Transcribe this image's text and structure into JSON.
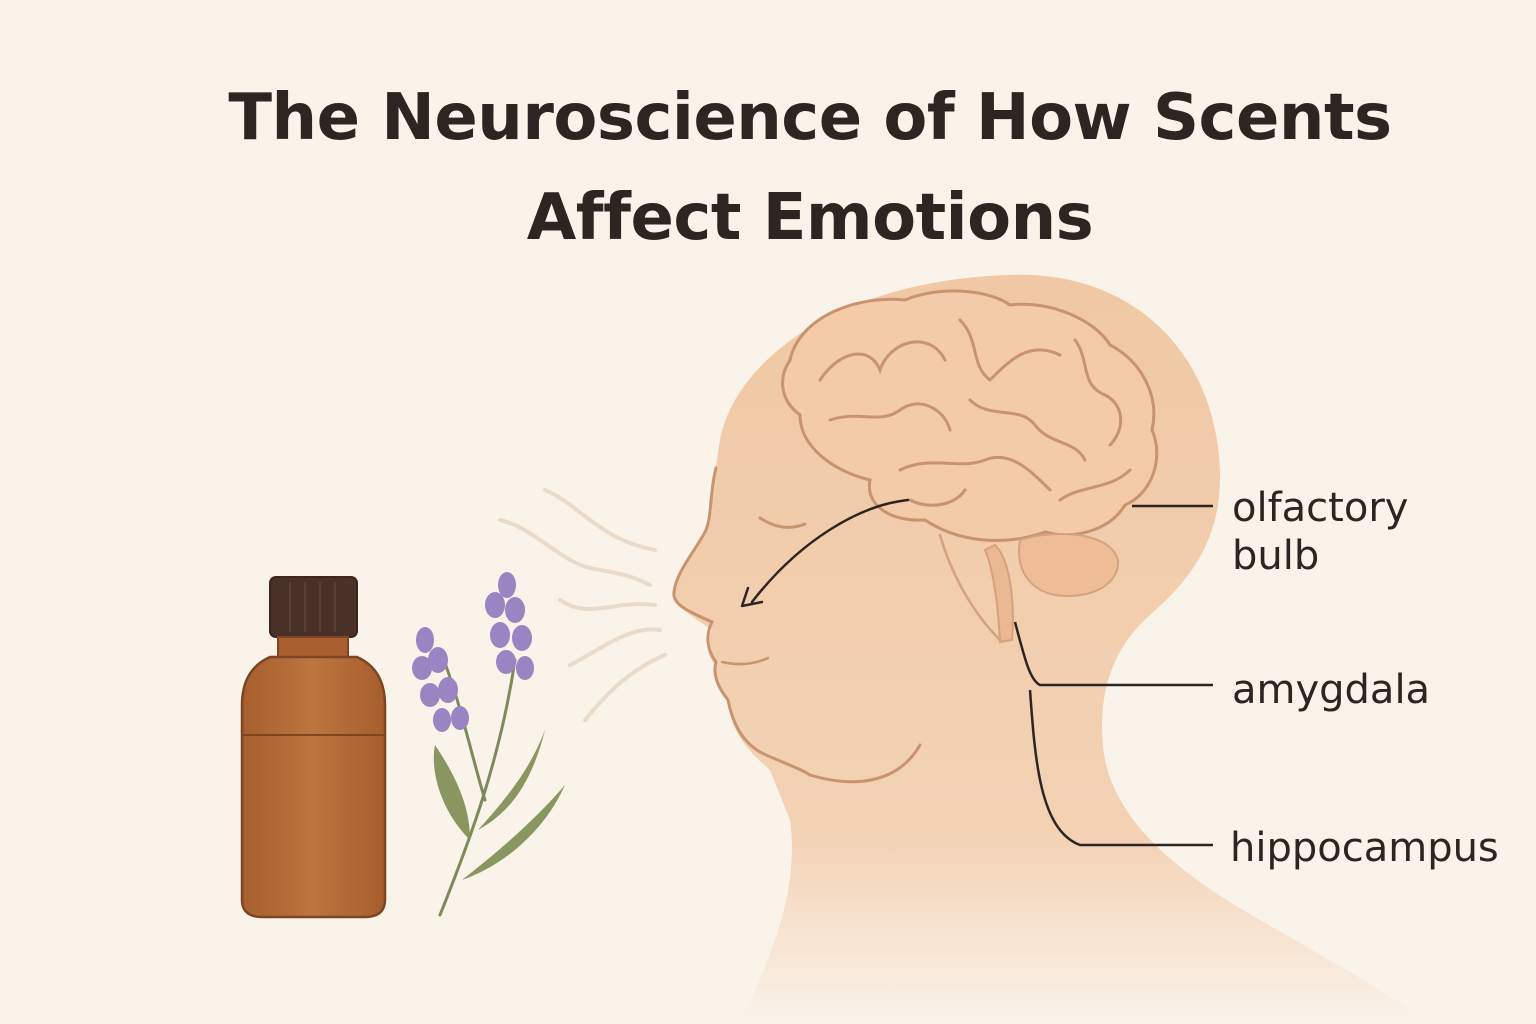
{
  "title": {
    "line1": "The Neuroscience of How Scents",
    "line2": "Affect Emotions"
  },
  "labels": {
    "olfactory_bulb": "olfactory bulb",
    "amygdala": "amygdala",
    "hippocampus": "hippocampus"
  },
  "colors": {
    "background": "#faf3ea",
    "skin": "#f0c8a4",
    "brain": "#f3cba9",
    "outline": "#c9936f",
    "bottle": "#b86f3b",
    "bottle_cap": "#4a3128",
    "lavender": "#9a84c1",
    "stem": "#7d8a5a",
    "text": "#2e2422"
  }
}
